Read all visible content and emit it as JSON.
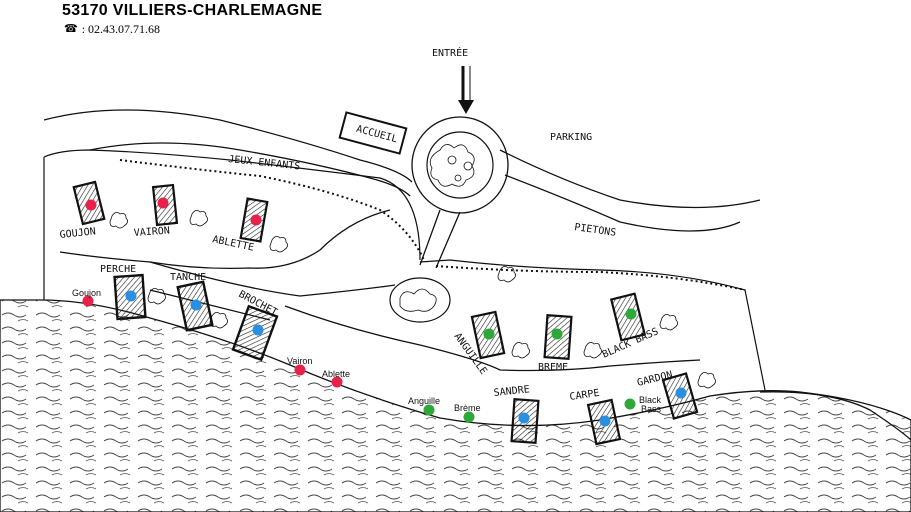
{
  "header": {
    "title": "53170 VILLIERS-CHARLEMAGNE",
    "phone_icon": "telephone-icon",
    "phone": ": 02.43.07.71.68"
  },
  "colors": {
    "red": "#e8214a",
    "blue": "#2a8fe0",
    "green": "#2fa83a",
    "ink": "#111111"
  },
  "map": {
    "entrance": "ENTRÉE",
    "reception": "ACCUEIL",
    "parking": "PARKING",
    "playground": "JEUX ENFANTS",
    "pedestrians": "PIETONS",
    "chalets": {
      "goujon": "GOUJON",
      "vairon": "VAIRON",
      "ablette": "ABLETTE",
      "perche": "PERCHE",
      "tanche": "TANCHE",
      "brochet": "BROCHET",
      "anguille": "ANGUILLE",
      "breme": "BREME",
      "black_bass": "BLACK BASS",
      "sandre": "SANDRE",
      "carpe": "CARPE",
      "gardon": "GARDON"
    },
    "pegs": {
      "goujon": "Goujon",
      "vairon": "Vairon",
      "ablette": "Ablette",
      "anguille": "Anguille",
      "breme": "Brème",
      "black_bass_1": "Black",
      "black_bass_2": "Bass"
    }
  }
}
